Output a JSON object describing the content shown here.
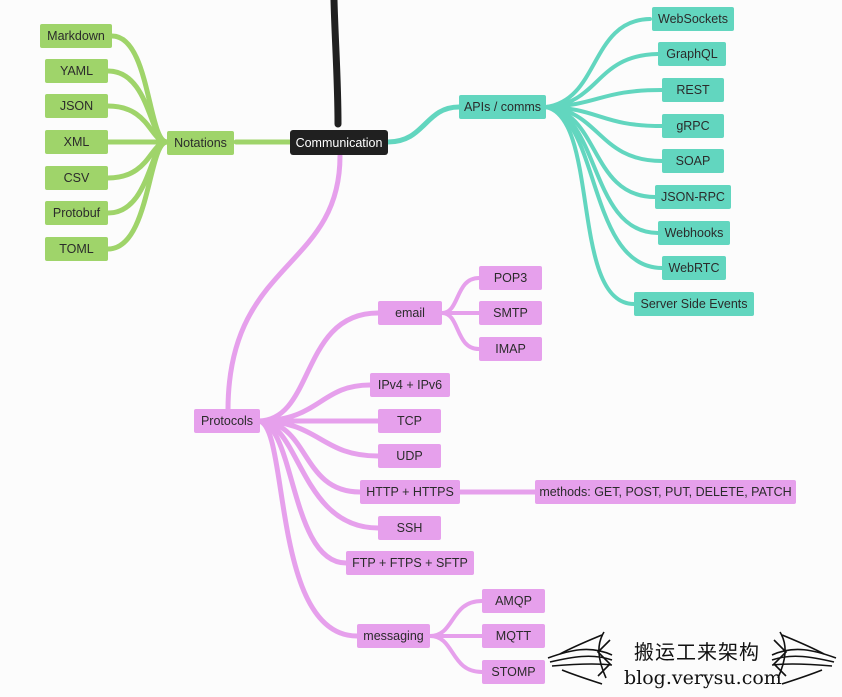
{
  "root": {
    "label": "Communication"
  },
  "notations": {
    "label": "Notations",
    "children": [
      "Markdown",
      "YAML",
      "JSON",
      "XML",
      "CSV",
      "Protobuf",
      "TOML"
    ]
  },
  "apis": {
    "label": "APIs / comms",
    "children": [
      "WebSockets",
      "GraphQL",
      "REST",
      "gRPC",
      "SOAP",
      "JSON-RPC",
      "Webhooks",
      "WebRTC",
      "Server Side Events"
    ]
  },
  "protocols": {
    "label": "Protocols",
    "email": {
      "label": "email",
      "children": [
        "POP3",
        "SMTP",
        "IMAP"
      ]
    },
    "ip": "IPv4 + IPv6",
    "tcp": "TCP",
    "udp": "UDP",
    "http": {
      "label": "HTTP + HTTPS",
      "methods": "methods: GET, POST, PUT, DELETE, PATCH"
    },
    "ssh": "SSH",
    "ftp": "FTP + FTPS + SFTP",
    "messaging": {
      "label": "messaging",
      "children": [
        "AMQP",
        "MQTT",
        "STOMP"
      ]
    }
  },
  "watermark": {
    "line1": "搬运工来架构",
    "line2": "blog.verysu.com"
  },
  "colors": {
    "notations": "#9fd46a",
    "apis": "#62d6bf",
    "protocols": "#e6a0ec",
    "root": "#202020"
  }
}
